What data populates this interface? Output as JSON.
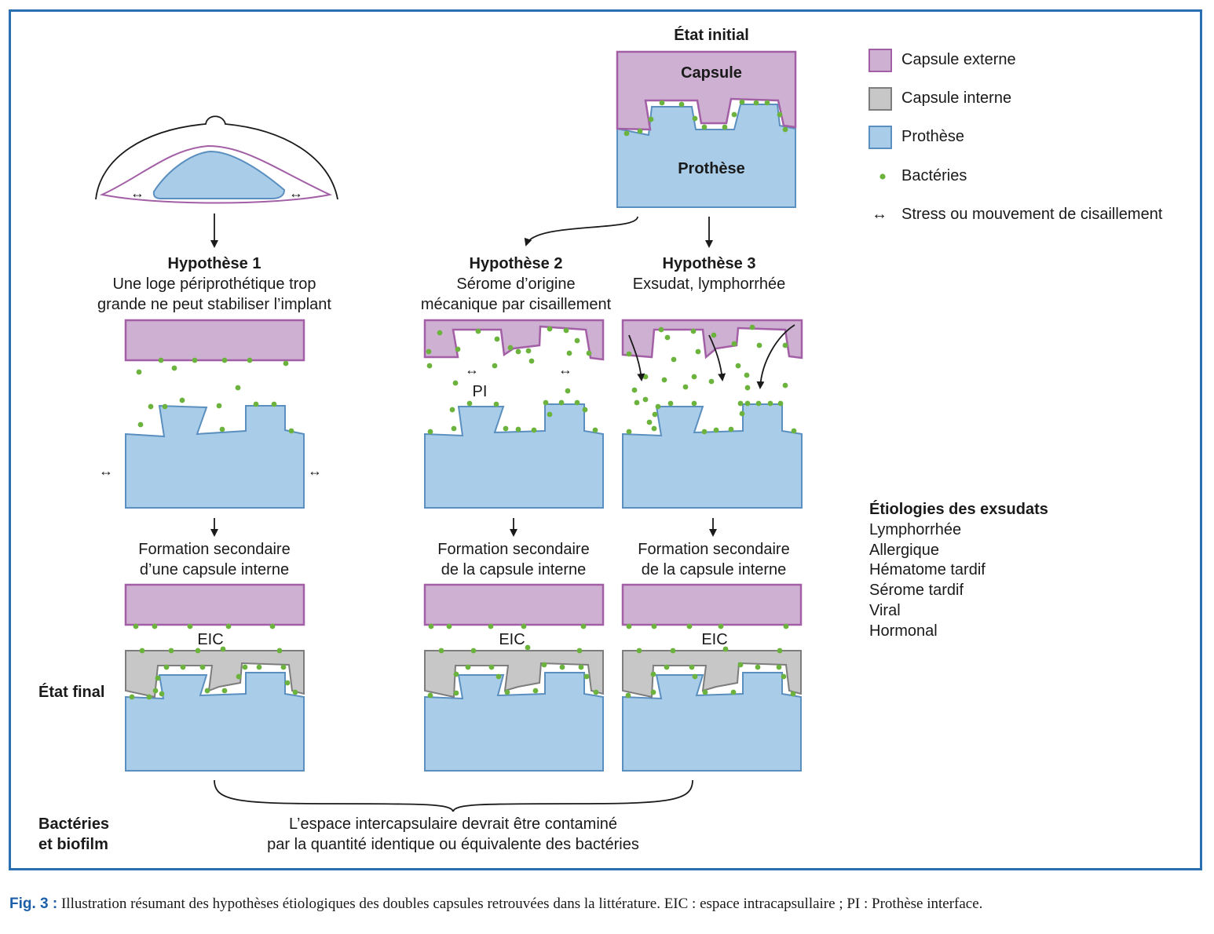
{
  "initial_state": {
    "title": "État initial",
    "capsule_label": "Capsule",
    "prosthesis_label": "Prothèse"
  },
  "legend": {
    "items": [
      {
        "label": "Capsule externe",
        "color": "#ceb1d2",
        "border": "#a35fa6"
      },
      {
        "label": "Capsule interne",
        "color": "#c7c7c7",
        "border": "#7d7d7d"
      },
      {
        "label": "Prothèse",
        "color": "#a9cde9",
        "border": "#5a8fbf"
      },
      {
        "label": "Bactéries",
        "color": "#6cb33e"
      },
      {
        "label": "Stress ou mouvement de cisaillement",
        "symbol": "↔"
      }
    ]
  },
  "hypotheses": [
    {
      "title": "Hypothèse 1",
      "line1": "Une loge périprothétique trop",
      "line2": "grande ne peut stabiliser l’implant",
      "formation1": "Formation secondaire",
      "formation2": "d’une capsule interne",
      "eic": "EIC"
    },
    {
      "title": "Hypothèse 2",
      "line1": "Sérome d’origine",
      "line2": "mécanique par cisaillement",
      "formation1": "Formation secondaire",
      "formation2": "de la capsule interne",
      "eic": "EIC",
      "pi": "PI"
    },
    {
      "title": "Hypothèse 3",
      "line1": "Exsudat, lymphorrhée",
      "formation1": "Formation secondaire",
      "formation2": "de la capsule interne",
      "eic": "EIC"
    }
  ],
  "etiologies": {
    "title": "Étiologies des exsudats",
    "items": [
      "Lymphorrhée",
      "Allergique",
      "Hématome tardif",
      "Sérome tardif",
      "Viral",
      "Hormonal"
    ]
  },
  "row_labels": {
    "final_state": "État final",
    "bacteria_line1": "Bactéries",
    "bacteria_line2": "et biofilm"
  },
  "conclusion": {
    "line1": "L’espace intercapsulaire devrait être contaminé",
    "line2": "par la quantité identique ou équivalente des bactéries"
  },
  "caption": {
    "fig": "Fig. 3 :",
    "text": " Illustration résumant des hypothèses étiologiques des doubles capsules retrouvées dans la littérature. EIC : espace intracapsullaire ; PI : Prothèse interface."
  },
  "shear_symbol": "↔",
  "colors": {
    "outer_capsule": "#ceb1d2",
    "outer_border": "#a35fa6",
    "inner_capsule": "#c7c7c7",
    "inner_border": "#7d7d7d",
    "prosthesis": "#a9cde9",
    "prosthesis_border": "#5a8fbf",
    "bacteria": "#6cb33e",
    "frame": "#2b6fb3"
  }
}
